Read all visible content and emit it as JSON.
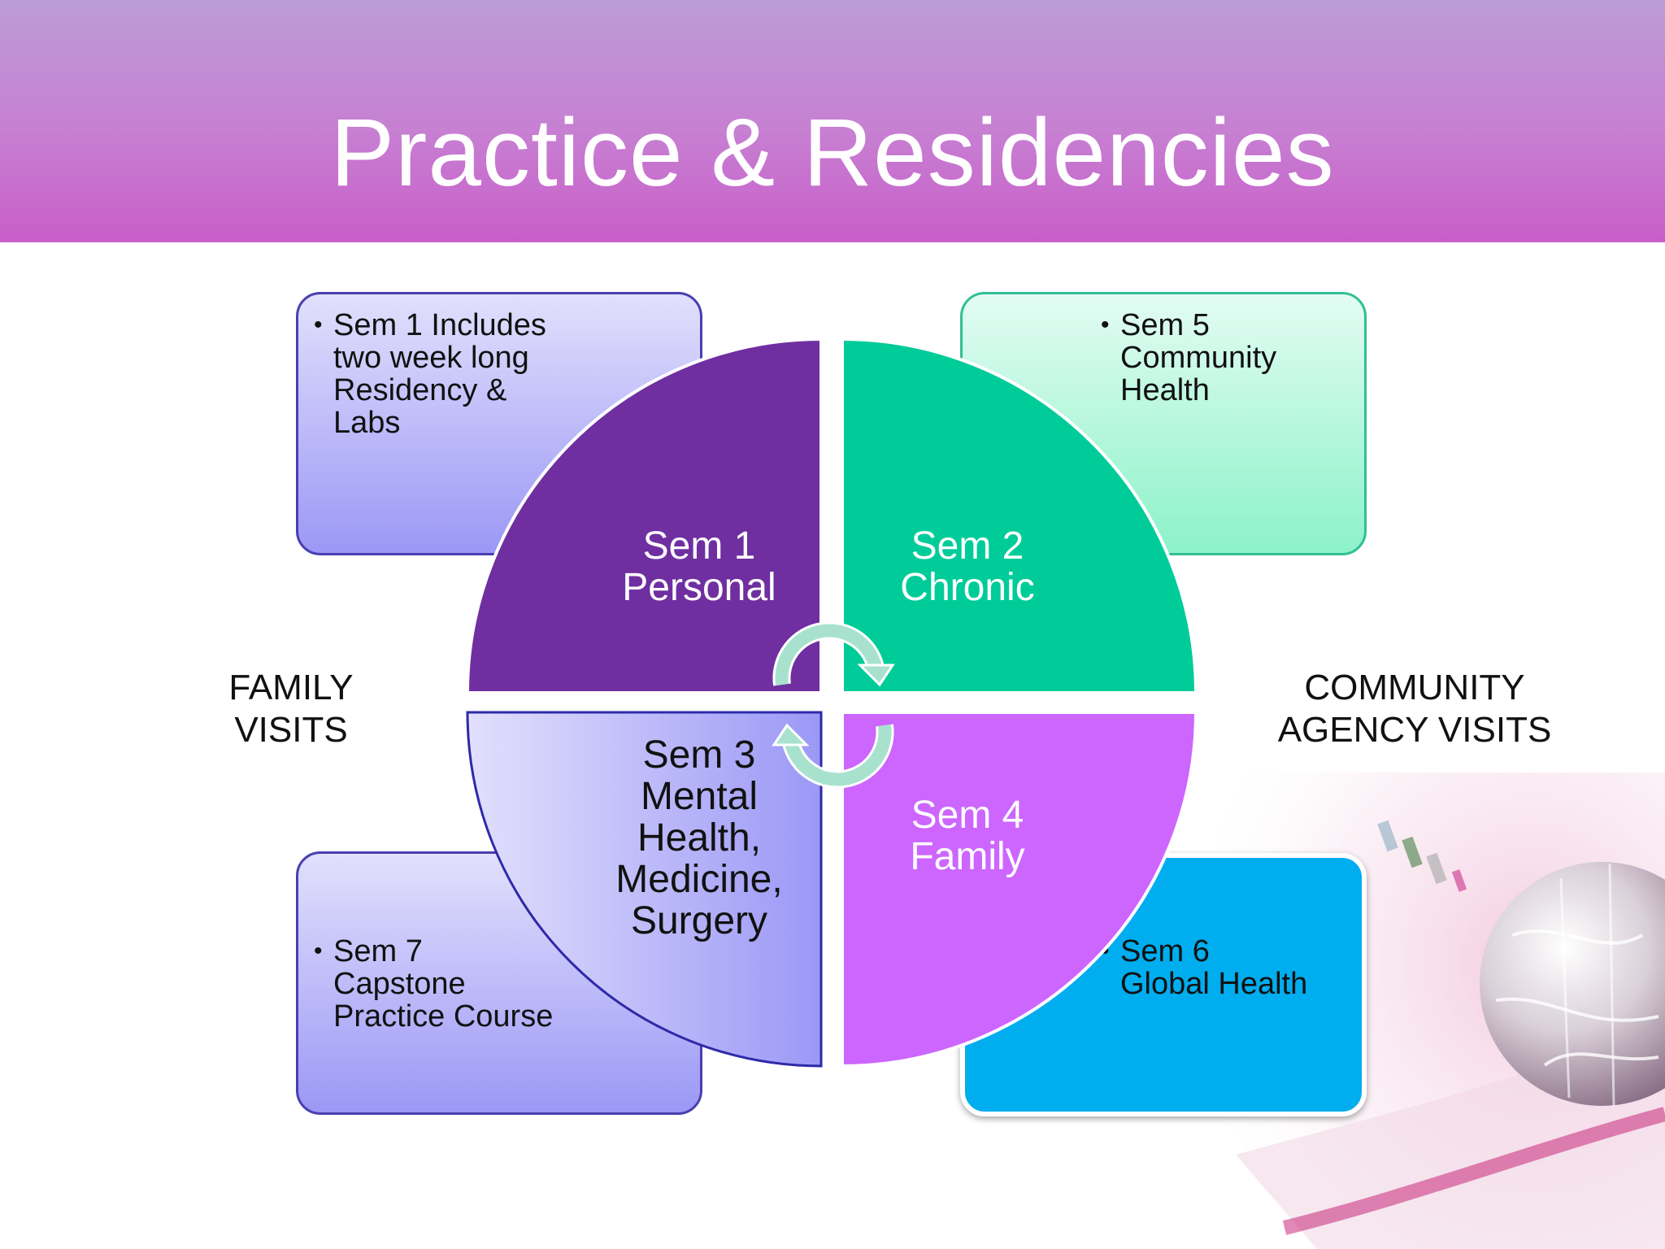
{
  "title": "Practice & Residencies",
  "boxes": {
    "sem1": "Sem 1 Includes\ntwo  week long\nResidency &\nLabs",
    "sem5": "Sem 5\nCommunity\nHealth",
    "sem7": "Sem 7\nCapstone\nPractice Course",
    "sem6": "Sem 6\nGlobal Health"
  },
  "side_labels": {
    "left": "FAMILY\nVISITS",
    "right": "COMMUNITY\nAGENCY VISITS"
  },
  "quadrants": {
    "q1": "Sem 1\nPersonal",
    "q2": "Sem 2\nChronic",
    "q3": "Sem 3\nMental\nHealth,\nMedicine,\nSurgery",
    "q4": "Sem 4\nFamily"
  },
  "colors": {
    "q1": "#6f2fa0",
    "q2": "#00cc99",
    "q4": "#cc66ff",
    "sem6_box": "#00adee",
    "arrows": "#a8e2cf"
  },
  "icons": {
    "cycle": "circular-arrows-icon"
  }
}
